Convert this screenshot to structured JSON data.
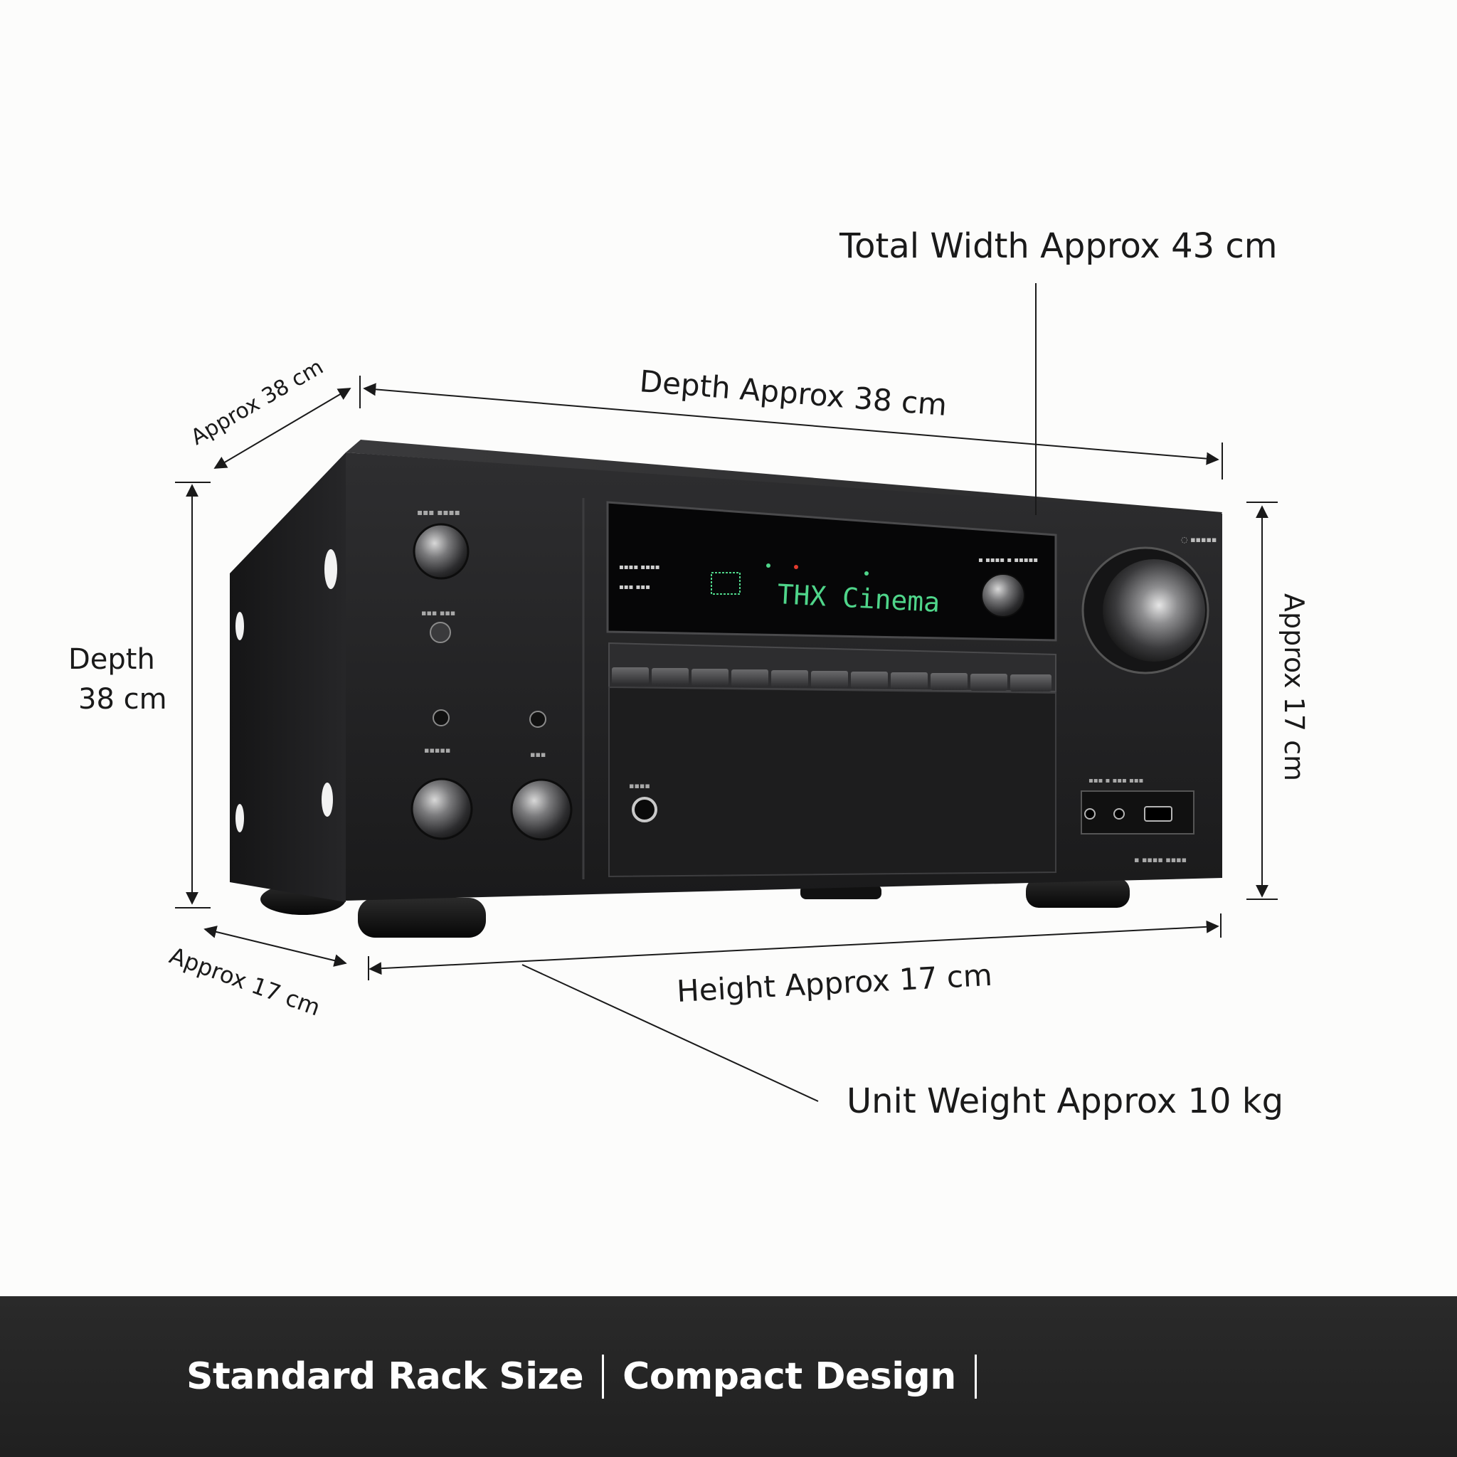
{
  "labels": {
    "total_width": "Total Width Approx 43 cm",
    "top_depth": "Depth Approx 38 cm",
    "top_left_approx": "Approx 38 cm",
    "left_depth_line1": "Depth",
    "left_depth_line2": "38 cm",
    "right_approx": "Approx 17 cm",
    "bottom_left_approx": "Approx 17 cm",
    "bottom_height": "Height Approx 17 cm",
    "unit_weight": "Unit Weight Approx 10 kg"
  },
  "receiver": {
    "display_text": "THX Cinema"
  },
  "footer": {
    "items": [
      "Standard Rack Size",
      "Compact Design"
    ]
  },
  "colors": {
    "background": "#fcfcfb",
    "chassis": "#1e1e1f",
    "display_green": "#4fd58a",
    "footer_bar": "#252525",
    "footer_text": "#ffffff"
  }
}
